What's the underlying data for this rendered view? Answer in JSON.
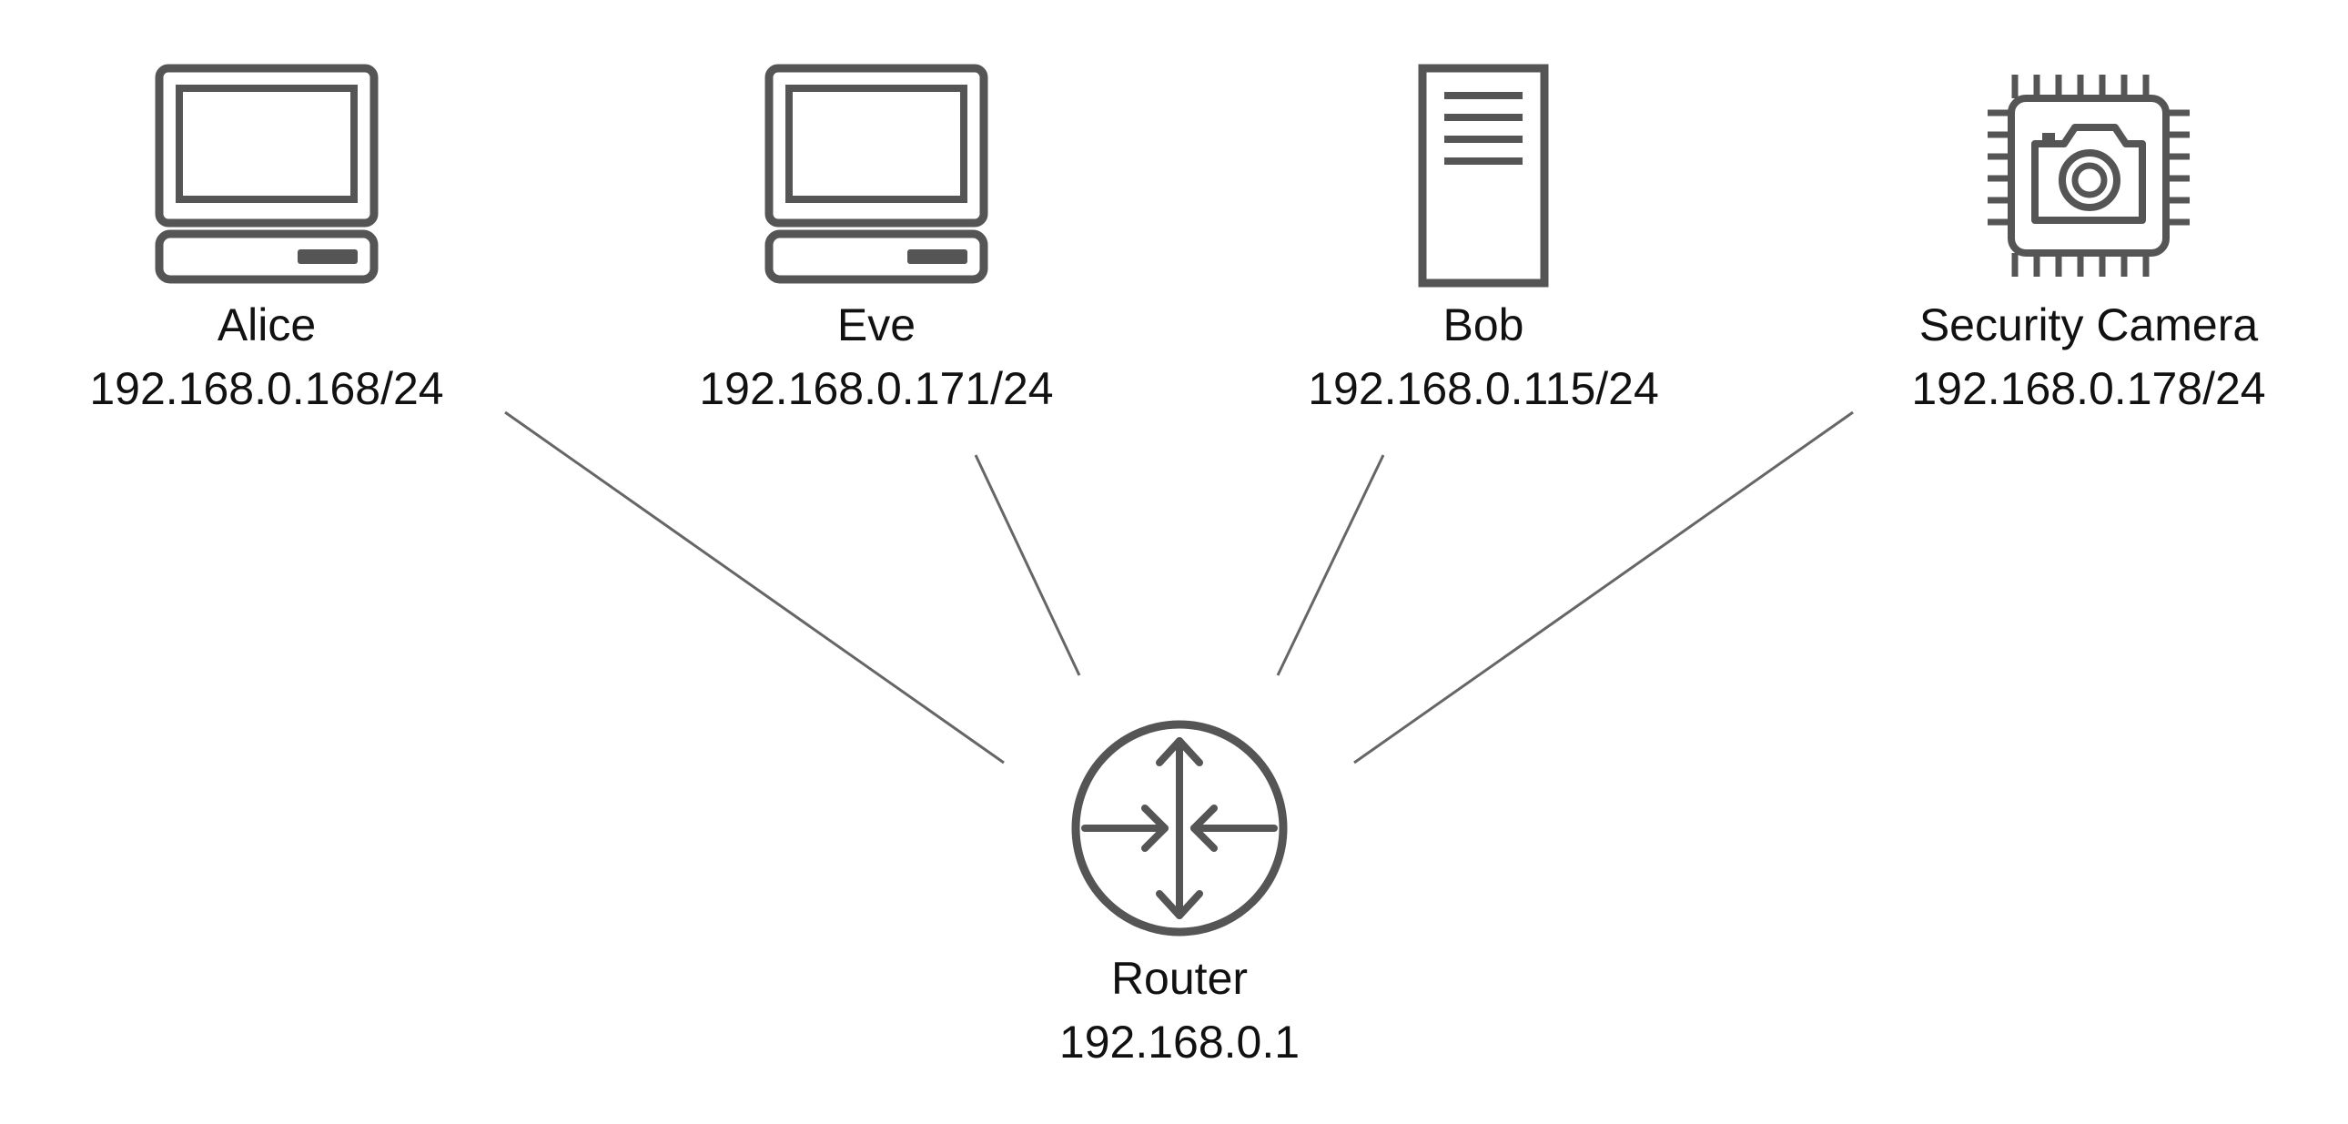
{
  "diagram": {
    "colors": {
      "stroke": "#555555",
      "link": "#666666",
      "text": "#111111",
      "background": "#ffffff"
    },
    "nodes": [
      {
        "id": "alice",
        "icon": "desktop-computer-icon",
        "name": "Alice",
        "ip": "192.168.0.168/24"
      },
      {
        "id": "eve",
        "icon": "desktop-computer-icon",
        "name": "Eve",
        "ip": "192.168.0.171/24"
      },
      {
        "id": "bob",
        "icon": "server-tower-icon",
        "name": "Bob",
        "ip": "192.168.0.115/24"
      },
      {
        "id": "camera",
        "icon": "security-camera-icon",
        "name": "Security Camera",
        "ip": "192.168.0.178/24"
      },
      {
        "id": "router",
        "icon": "router-icon",
        "name": "Router",
        "ip": "192.168.0.1"
      }
    ],
    "links": [
      {
        "from": "alice",
        "to": "router"
      },
      {
        "from": "eve",
        "to": "router"
      },
      {
        "from": "bob",
        "to": "router"
      },
      {
        "from": "camera",
        "to": "router"
      }
    ]
  }
}
